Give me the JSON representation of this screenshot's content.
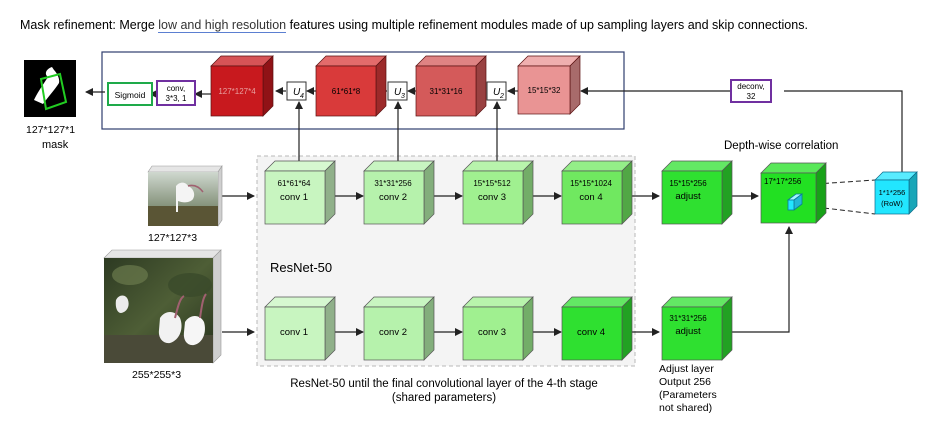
{
  "caption": {
    "prefix": "Mask refinement: Merge ",
    "link_text": "low and high resolution",
    "suffix": " features using multiple refinement modules made of up sampling layers and skip connections."
  },
  "mask": {
    "size": "127*127*1",
    "label": "mask"
  },
  "refine": {
    "sigmoid": "Sigmoid",
    "conv_line1": "conv,",
    "conv_line2": "3*3, 1",
    "blocks": [
      "127*127*4",
      "61*61*8",
      "31*31*16",
      "15*15*32"
    ],
    "upsample": [
      {
        "main": "U",
        "sub": "4"
      },
      {
        "main": "U",
        "sub": "3"
      },
      {
        "main": "U",
        "sub": "2"
      }
    ]
  },
  "deconv": {
    "line1": "deconv,",
    "line2": "32"
  },
  "depthwise_label": "Depth-wise correlation",
  "template": {
    "size": "127*127*3",
    "blocks": [
      {
        "dim": "61*61*64",
        "name": "conv 1"
      },
      {
        "dim": "31*31*256",
        "name": "conv 2"
      },
      {
        "dim": "15*15*512",
        "name": "conv 3"
      },
      {
        "dim": "15*15*1024",
        "name": "con 4"
      }
    ],
    "adjust": {
      "dim": "15*15*256",
      "name": "adjust"
    }
  },
  "search": {
    "size": "255*255*3",
    "blocks": [
      {
        "name": "conv 1"
      },
      {
        "name": "conv 2"
      },
      {
        "name": "conv 3"
      },
      {
        "name": "conv 4"
      }
    ],
    "adjust": {
      "dim": "31*31*256",
      "name": "adjust"
    }
  },
  "correlation": {
    "dim": "17*17*256"
  },
  "row": {
    "line1": "1*1*256",
    "line2": "(RoW)"
  },
  "backbone_label": "ResNet-50",
  "footer": {
    "line1": "ResNet-50 until the final convolutional layer of the 4-th stage",
    "line2": "(shared parameters)"
  },
  "adjust_note": [
    "Adjust layer",
    "Output 256",
    "(Parameters",
    "not shared)"
  ],
  "colors": {
    "green_light": "#c8f5c0",
    "green_mid": "#a0f090",
    "green_bright": "#2fe030",
    "red_dark": "#c8191e",
    "red_mid": "#d93a3a",
    "red_light": "#e99494",
    "cyan": "#22e6ff",
    "sigmoid_border": "#1eaa4a",
    "conv_border": "#7030a0",
    "panel_border": "#2f3e6e"
  }
}
